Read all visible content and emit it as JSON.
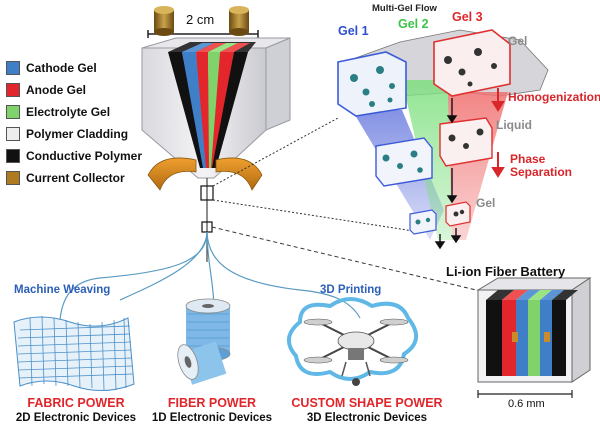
{
  "legend": [
    {
      "label": "Cathode Gel",
      "color": "#3f7fc8"
    },
    {
      "label": "Anode Gel",
      "color": "#e3262b"
    },
    {
      "label": "Electrolyte Gel",
      "color": "#7fd36a"
    },
    {
      "label": "Polymer Cladding",
      "color": "#eeeeee"
    },
    {
      "label": "Conductive Polymer",
      "color": "#111111"
    },
    {
      "label": "Current Collector",
      "color": "#b07a20"
    }
  ],
  "preform": {
    "scale_label": "2 cm"
  },
  "flow": {
    "title": "Multi-Gel Flow",
    "gel1": "Gel 1",
    "gel2": "Gel 2",
    "gel3": "Gel 3",
    "gel_label": "Gel",
    "homogenization": "Homogenization",
    "liquid": "Liquid",
    "phase": "Phase",
    "separation": "Separation",
    "gel_bottom": "Gel"
  },
  "battery": {
    "title": "Li-ion Fiber Battery",
    "scale_label": "0.6 mm"
  },
  "applications": {
    "weaving_label": "Machine Weaving",
    "printing_label": "3D Printing",
    "fabric_title": "FABRIC POWER",
    "fabric_sub": "2D Electronic Devices",
    "fiber_title": "FIBER POWER",
    "fiber_sub": "1D Electronic Devices",
    "shape_title": "CUSTOM SHAPE POWER",
    "shape_sub": "3D Electronic Devices"
  }
}
